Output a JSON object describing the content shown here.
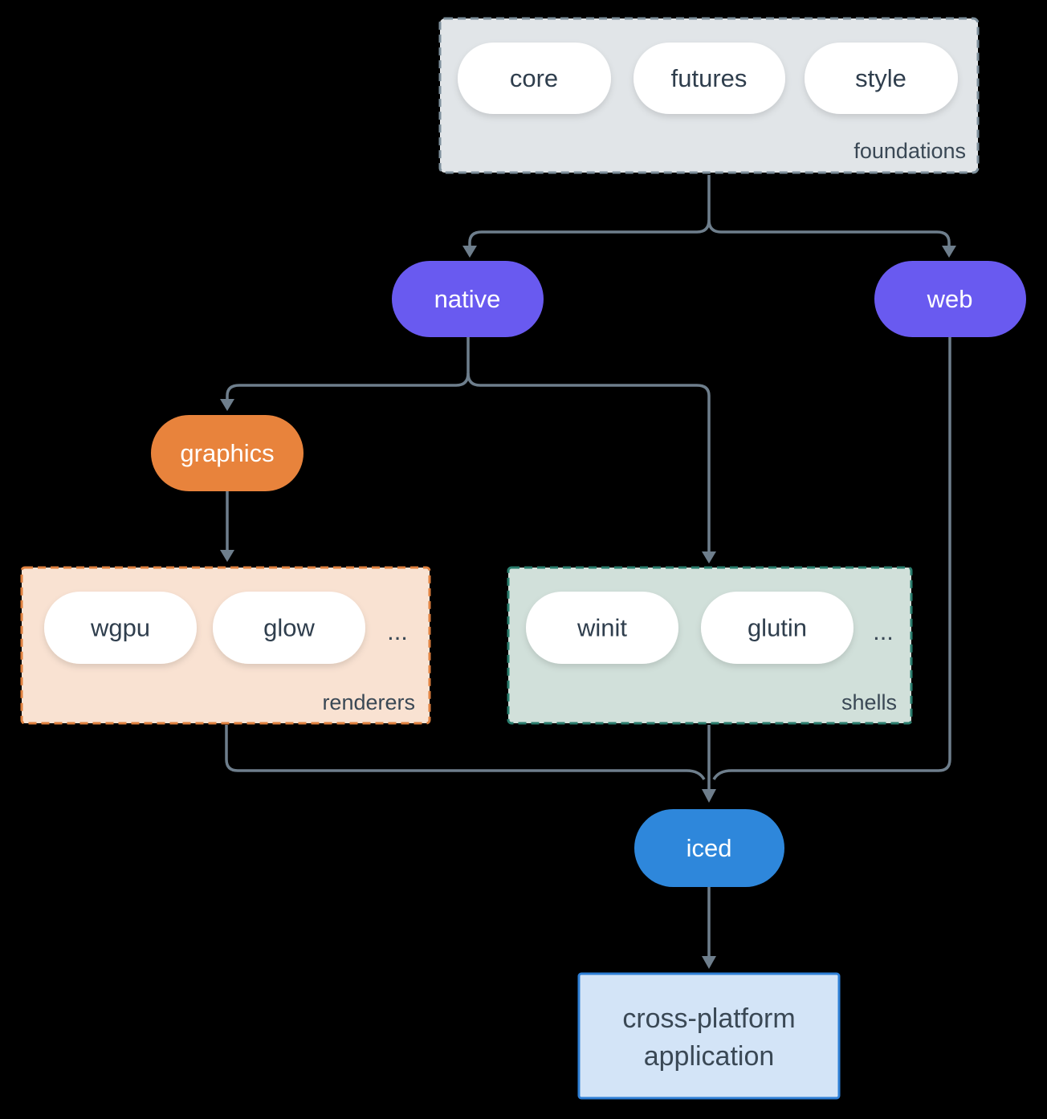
{
  "diagram": {
    "background": "#000000",
    "connector_color": "#6e7e8c",
    "text_dark": "#2f3e4d",
    "label_color": "#3a4855",
    "foundations": {
      "label": "foundations",
      "fill": "#e1e5e8",
      "border": "#7d8f9b",
      "pills": [
        "core",
        "futures",
        "style"
      ],
      "pill_fill": "#ffffff"
    },
    "native": {
      "label": "native",
      "fill": "#695af0"
    },
    "web": {
      "label": "web",
      "fill": "#695af0"
    },
    "graphics": {
      "label": "graphics",
      "fill": "#e8833c"
    },
    "renderers": {
      "label": "renderers",
      "fill": "#f9e2d2",
      "border": "#e0813f",
      "pills": [
        "wgpu",
        "glow"
      ],
      "more": "...",
      "pill_fill": "#ffffff"
    },
    "shells": {
      "label": "shells",
      "fill": "#d1e0da",
      "border": "#2a7d6d",
      "pills": [
        "winit",
        "glutin"
      ],
      "more": "...",
      "pill_fill": "#ffffff"
    },
    "iced": {
      "label": "iced",
      "fill": "#2e87db"
    },
    "application": {
      "line1": "cross-platform",
      "line2": "application",
      "fill": "#d3e4f7",
      "border": "#2e7fd6"
    }
  }
}
